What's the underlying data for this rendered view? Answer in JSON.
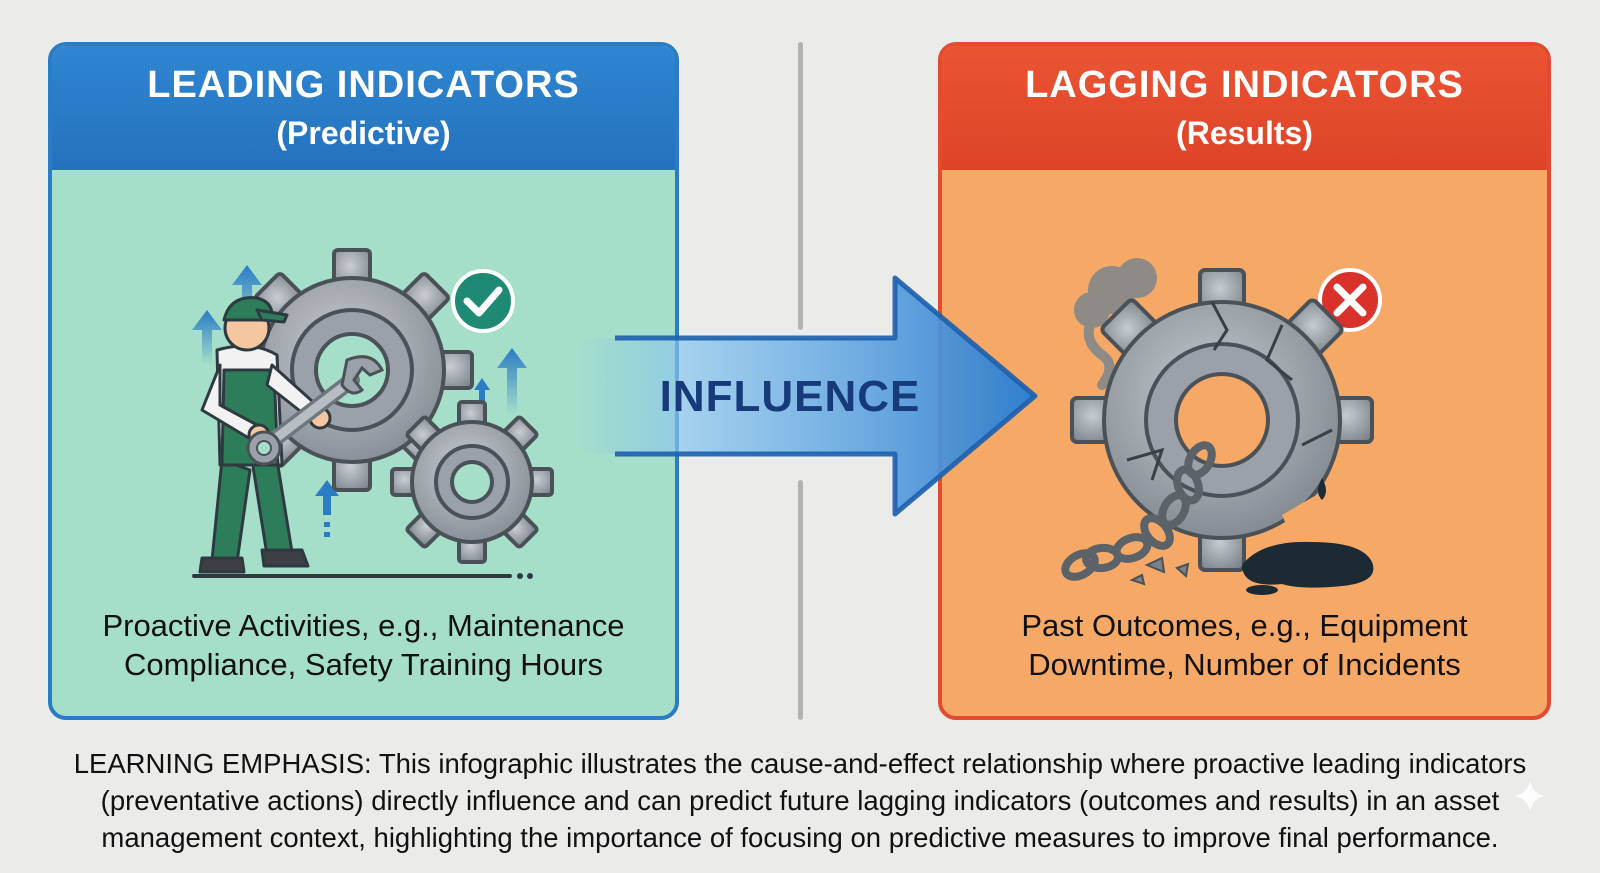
{
  "left_panel": {
    "title": "LEADING INDICATORS",
    "subtitle": "(Predictive)",
    "description": "Proactive Activities, e.g., Maintenance\nCompliance, Safety Training Hours",
    "status_icon": "check-icon",
    "illustration": "worker-with-wrench-and-gears"
  },
  "right_panel": {
    "title": "LAGGING INDICATORS",
    "subtitle": "(Results)",
    "description": "Past Outcomes, e.g., Equipment\nDowntime, Number of Incidents",
    "status_icon": "close-icon",
    "illustration": "broken-gear-with-chain"
  },
  "connector": {
    "label": "INFLUENCE",
    "icon": "arrow-right-icon"
  },
  "footer": {
    "text": "LEARNING EMPHASIS: This infographic illustrates the cause-and-effect relationship where proactive leading indicators (preventative actions) directly influence and can predict future lagging indicators (outcomes and results) in an asset management context, highlighting the importance of focusing on predictive measures to improve final performance."
  },
  "colors": {
    "leading_header": "#2a7cc5",
    "leading_body": "#a6dfc9",
    "lagging_header": "#e24b2f",
    "lagging_body": "#f6a866",
    "arrow": "#2f7fd0",
    "influence_text": "#163a7a"
  }
}
